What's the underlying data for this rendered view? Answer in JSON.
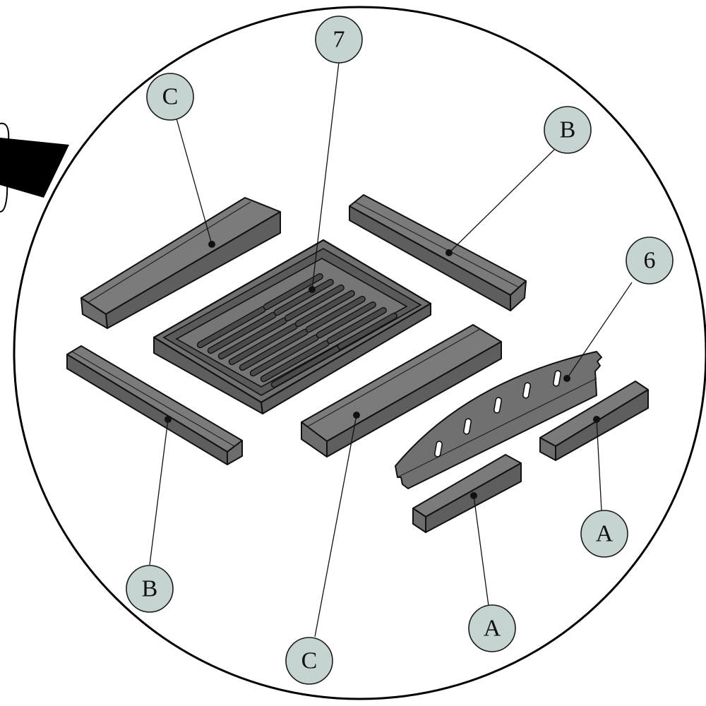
{
  "callouts": {
    "part_7": "7",
    "part_c_top": "C",
    "part_b_top": "B",
    "part_6": "6",
    "part_b_bottom": "B",
    "part_c_bottom": "C",
    "part_a_right": "A",
    "part_a_bottom": "A"
  },
  "colors": {
    "callout_fill": "#c5d4d1",
    "part_gray": "#7b7b7b",
    "outline": "#111111"
  }
}
